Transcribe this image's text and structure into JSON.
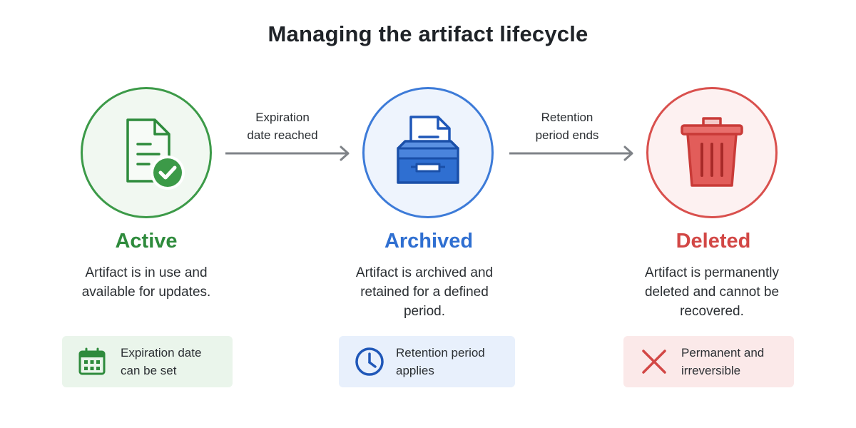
{
  "title": "Managing the artifact lifecycle",
  "colors": {
    "active": "#2e8b3c",
    "archived": "#2f6fd1",
    "deleted": "#d24745",
    "arrow": "#7f8388"
  },
  "transitions": [
    {
      "line1": "Expiration",
      "line2": "date reached"
    },
    {
      "line1": "Retention",
      "line2": "period ends"
    }
  ],
  "stages": {
    "active": {
      "title": "Active",
      "icon": "document-check-icon",
      "desc_line1": "Artifact is in use and",
      "desc_line2": "available for updates.",
      "note_icon": "calendar-icon",
      "note_line1": "Expiration date",
      "note_line2": "can be set"
    },
    "archived": {
      "title": "Archived",
      "icon": "archive-tray-icon",
      "desc_line1": "Artifact is archived and",
      "desc_line2": "retained for a defined",
      "desc_line3": "period.",
      "note_icon": "clock-icon",
      "note_line1": "Retention period",
      "note_line2": "applies"
    },
    "deleted": {
      "title": "Deleted",
      "icon": "trash-can-icon",
      "desc_line1": "Artifact is permanently",
      "desc_line2": "deleted and cannot be",
      "desc_line3": "recovered.",
      "note_icon": "x-mark-icon",
      "note_line1": "Permanent and",
      "note_line2": "irreversible"
    }
  }
}
